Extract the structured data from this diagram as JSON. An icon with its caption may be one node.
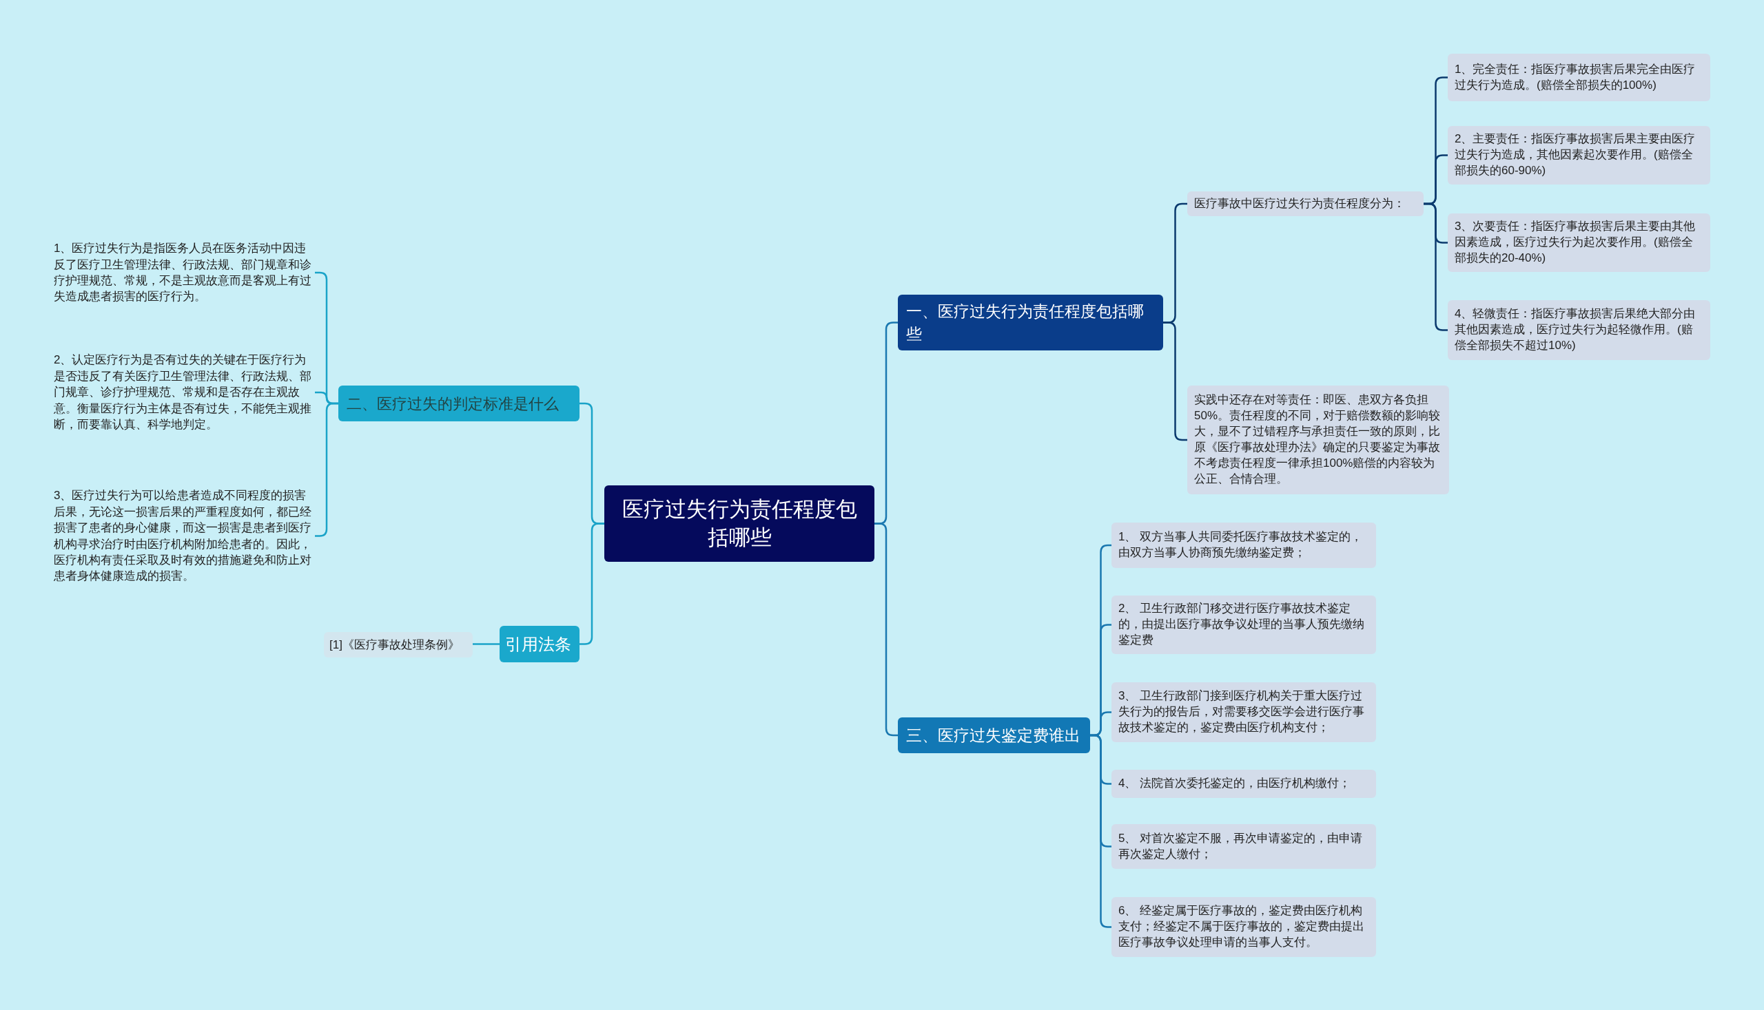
{
  "diagram": {
    "nodes": [
      {
        "text": [
          "医疗过失行为责任程度包括哪些"
        ]
      },
      {
        "text": [
          "一、医疗过失行为责任程度包括哪些"
        ]
      },
      {
        "text": [
          "医疗事故中医疗过失行为责任程度分为："
        ]
      },
      {
        "text": [
          "1、完全责任：指医疗事故损害后果完全由医疗过失行为造成。(赔偿全部损失的100%)"
        ]
      },
      {
        "text": [
          "2、主要责任：指医疗事故损害后果主要由医疗过失行为造成，其他因素起次要作用。(赔偿全部损失的60-90%)"
        ]
      },
      {
        "text": [
          "3、次要责任：指医疗事故损害后果主要由其他因素造成，医疗过失行为起次要作用。(赔偿全部损失的20-40%)"
        ]
      },
      {
        "text": [
          "4、轻微责任：指医疗事故损害后果绝大部分由其他因素造成，医疗过失行为起轻微作用。(赔偿全部损失不超过10%)"
        ]
      },
      {
        "text": [
          "实践中还存在对等责任：即医、患双方各负担50%。责任程度的不同，对于赔偿数额的影响较大，显不了过错程序与承担责任一致的原则，比原《医疗事故处理办法》确定的只要鉴定为事故不考虑责任程度一律承担100%赔偿的内容较为公正、合情合理。"
        ]
      },
      {
        "text": [
          "三、医疗过失鉴定费谁出"
        ]
      },
      {
        "text": [
          "1、 双方当事人共同委托医疗事故技术鉴定的，由双方当事人协商预先缴纳鉴定费；"
        ]
      },
      {
        "text": [
          "2、 卫生行政部门移交进行医疗事故技术鉴定的，由提出医疗事故争议处理的当事人预先缴纳鉴定费"
        ]
      },
      {
        "text": [
          "3、 卫生行政部门接到医疗机构关于重大医疗过失行为的报告后，对需要移交医学会进行医疗事故技术鉴定的，鉴定费由医疗机构支付；"
        ]
      },
      {
        "text": [
          "4、 法院首次委托鉴定的，由医疗机构缴付；"
        ]
      },
      {
        "text": [
          "5、 对首次鉴定不服，再次申请鉴定的，由申请再次鉴定人缴付；"
        ]
      },
      {
        "text": [
          "6、 经鉴定属于医疗事故的，鉴定费由医疗机构支付；经鉴定不属于医疗事故的，鉴定费由提出医疗事故争议处理申请的当事人支付。"
        ]
      },
      {
        "text": [
          "二、医疗过失的判定标准是什么"
        ]
      },
      {
        "text": [
          "1、医疗过失行为是指医务人员在医务活动中因违反了医疗卫生管理法律、行政法规、部门规章和诊疗护理规范、常规，不是主观故意而是客观上有过失造成患者损害的医疗行为。"
        ]
      },
      {
        "text": [
          "2、认定医疗行为是否有过失的关键在于医疗行为是否违反了有关医疗卫生管理法律、行政法规、部门规章、诊疗护理规范、常规和是否存在主观故意。衡量医疗行为主体是否有过失，不能凭主观推断，而要靠认真、科学地判定。"
        ]
      },
      {
        "text": [
          "3、医疗过失行为可以给患者造成不同程度的损害后果，无论这一损害后果的严重程度如何，都已经损害了患者的身心健康，而这一损害是患者到医疗机构寻求治疗时由医疗机构附加给患者的。因此，医疗机构有责任采取及时有效的措施避免和防止对患者身体健康造成的损害。"
        ]
      },
      {
        "text": [
          "引用法条"
        ]
      },
      {
        "text": [
          "[1]《医疗事故处理条例》"
        ]
      }
    ],
    "edges": [
      {
        "from": 0,
        "to": 1,
        "arrow": "none",
        "color": "#1a78b0"
      },
      {
        "from": 0,
        "to": 8,
        "arrow": "none",
        "color": "#1a78b0"
      },
      {
        "from": 0,
        "to": 15,
        "arrow": "none",
        "color": "#1aa3c8"
      },
      {
        "from": 0,
        "to": 19,
        "arrow": "none",
        "color": "#1aa3c8"
      },
      {
        "from": 1,
        "to": 2,
        "arrow": "none",
        "color": "#0b3a6e"
      },
      {
        "from": 1,
        "to": 7,
        "arrow": "none",
        "color": "#0b3a6e"
      },
      {
        "from": 2,
        "to": 3,
        "arrow": "none",
        "color": "#0b3a6e"
      },
      {
        "from": 2,
        "to": 4,
        "arrow": "none",
        "color": "#0b3a6e"
      },
      {
        "from": 2,
        "to": 5,
        "arrow": "none",
        "color": "#0b3a6e"
      },
      {
        "from": 2,
        "to": 6,
        "arrow": "none",
        "color": "#0b3a6e"
      },
      {
        "from": 8,
        "to": 9,
        "arrow": "none",
        "color": "#1a78b0"
      },
      {
        "from": 8,
        "to": 10,
        "arrow": "none",
        "color": "#1a78b0"
      },
      {
        "from": 8,
        "to": 11,
        "arrow": "none",
        "color": "#1a78b0"
      },
      {
        "from": 8,
        "to": 12,
        "arrow": "none",
        "color": "#1a78b0"
      },
      {
        "from": 8,
        "to": 13,
        "arrow": "none",
        "color": "#1a78b0"
      },
      {
        "from": 8,
        "to": 14,
        "arrow": "none",
        "color": "#1a78b0"
      },
      {
        "from": 15,
        "to": 16,
        "arrow": "none",
        "color": "#1aa3c8"
      },
      {
        "from": 15,
        "to": 17,
        "arrow": "none",
        "color": "#1aa3c8"
      },
      {
        "from": 15,
        "to": 18,
        "arrow": "none",
        "color": "#1aa3c8"
      },
      {
        "from": 19,
        "to": 20,
        "arrow": "none",
        "color": "#1aa3c8"
      }
    ]
  }
}
